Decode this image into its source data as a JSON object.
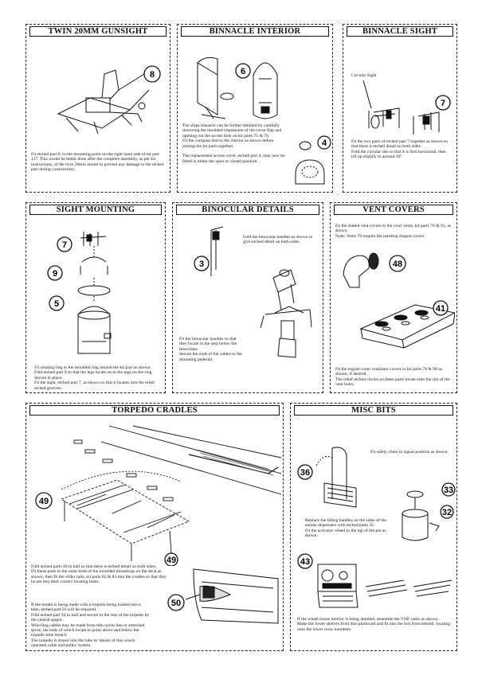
{
  "sections": {
    "twin20mm": {
      "title": "TWIN 20MM GUNSIGHT",
      "callouts": [
        "8"
      ],
      "text": "Fit etched part 8, to the mounting point on the right hand side of kit part 117.  This would be better done after the complete assembly, as per kit instructions, of the twin 20mm mount to prevent any damage to the etched part during construction."
    },
    "binnacle_interior": {
      "title": "BINNACLE INTERIOR",
      "callouts": [
        "6",
        "4"
      ],
      "text": "The ships binnacle can be further detailed by carefully removing the moulded impression of the cover flap and opening out the access hole on kit parts 75 & 76.\nFit the compass dial to the interior as shown before joining the kit parts together.\n\nThe replacement access cover, etched part 4, may now be fitted in either the open or closed position."
    },
    "binnacle_sight": {
      "title": "BINNACLE SIGHT",
      "callouts": [
        "7"
      ],
      "circular_sight_label": "Circular Sight",
      "text": "Fit the two parts of etched part 7 together as shown so that there is etched detail on both sides.\nFold the circular site so that it is first horizontal, then lift up slightly to around 30°."
    },
    "sight_mounting": {
      "title": "SIGHT MOUNTING",
      "callouts": [
        "7",
        "9",
        "5"
      ],
      "text": "Fit rotating ring to the moulded ring around the kit part as shown.\nFold etched part 9 so that the legs locate on to the lugs on the ring. Secure in place.\nFit the sight, etched part 7, as shown so that it locates into the relief etched grooves."
    },
    "binocular_details": {
      "title": "BINOCULAR DETAILS",
      "callouts": [
        "3"
      ],
      "text_top": "Fold the binocular handles as shown to give etched detail on both sides.",
      "text_bottom": "Fit the binocular handles so that they locate in the step below the binoculars\nSecure the ends of the cables to the mounting pedestal."
    },
    "vent_covers": {
      "title": "VENT COVERS",
      "callouts": [
        "48",
        "41"
      ],
      "text_top": "Fit the slatted vent covers to the cowl vents, kit parts 70 & 91, as shown.\nNote: Vents 70 require the teardrop shaped covers",
      "text_bottom": "Fit the engine room ventilator covers to kit parts 78 & 90 as shown, if desired.\nThe relief etched circles on these parts locate onto the rim of the vent holes."
    },
    "torpedo_cradles": {
      "title": "TORPEDO CRADLES",
      "callouts": [
        "49",
        "49",
        "50"
      ],
      "text_top": "Fold etched parts 49 in half so that there is etched detail on both sides.\nFit these parts to the outer ends of the moulded mountings on the deck as shown, then fit the slider rails, kit parts 82 & 83 into the cradles so that they locate into their correct locating holes.",
      "text_bottom": "If the model is being made with a torpedo being loaded into a tube, etched part 50 will be required.\nFold etched part 50 in half and secure to the rear of the torpedo by the central spigot.\nWinching cables may be made from thin nylon line or stretched sprue, the ends of which locate to point above and below the torpedo tube breach.\nThe torpedo is drawn into the tube by means of this winch operated cable and pulley system."
    },
    "misc_bits": {
      "title": "MISC BITS",
      "callouts": [
        "36",
        "33",
        "32",
        "43"
      ],
      "text_chain": "Fit safety chain to signal position as shown.",
      "text_handles": "Replace the lifting handles on the sides of the smoke dispensers with etched parts 32.\nFit the activator wheel to the top of the pot as shown.",
      "text_radio": "If the wheel house interior is being detailed, assemble the VHF radio as shown.\nMake the lower shelves from thin plasticard and fit into the box from behind, locating onto the lower cross members."
    }
  }
}
